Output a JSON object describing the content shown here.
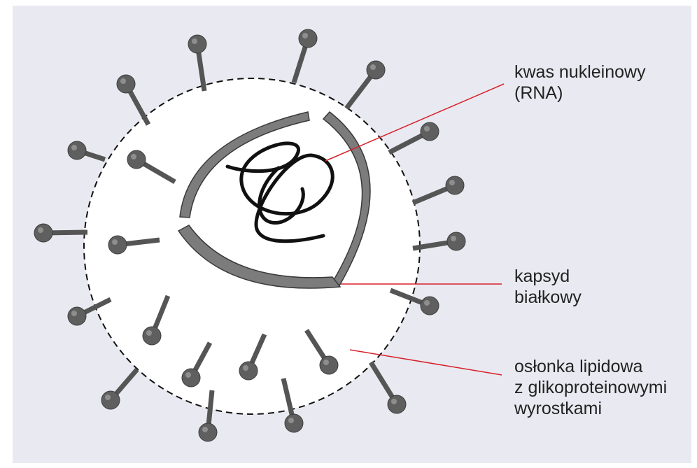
{
  "colors": {
    "background": "#e9eaf1",
    "cell_fill": "#ffffff",
    "capsid": "#7c7c7c",
    "knob": "#5f5f5f",
    "stalk": "#555555",
    "rna": "#111111",
    "leader": "#d8202a"
  },
  "labels": {
    "nucleic_acid": {
      "line1": "kwas nukleinowy",
      "line2": "(RNA)"
    },
    "capsid": {
      "line1": "kapsyd",
      "line2": "białkowy"
    },
    "envelope": {
      "line1": "osłonka lipidowa",
      "line2": "z glikoproteinowymi",
      "line3": "wyrostkami"
    }
  }
}
